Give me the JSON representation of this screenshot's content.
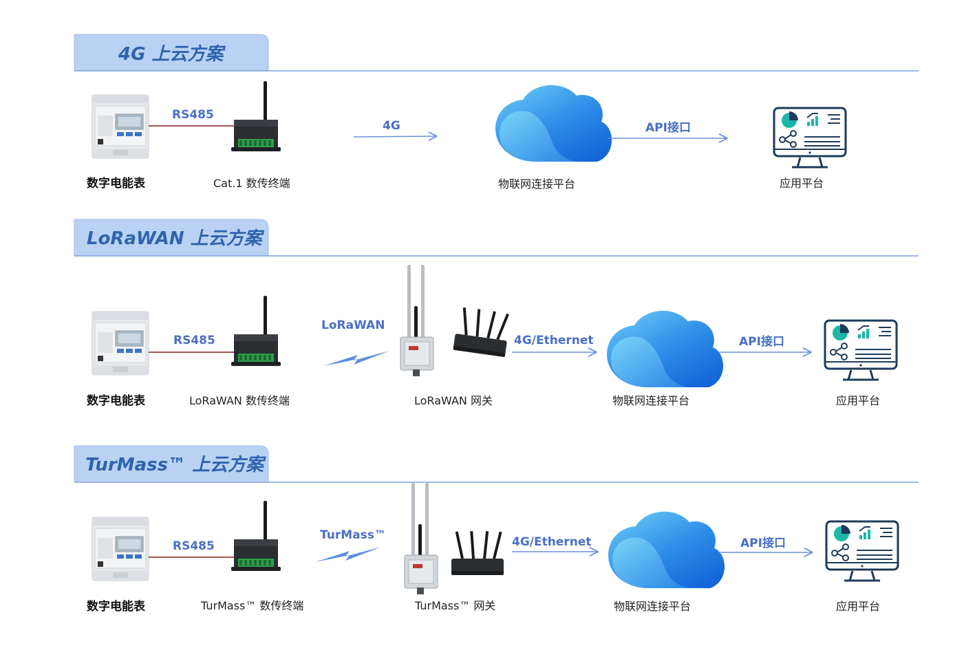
{
  "sections": [
    {
      "title": "4G 上云方案",
      "meter_label": "数字电能表",
      "rs485": "RS485",
      "terminal_label": "Cat.1 数传终端",
      "link": "4G",
      "cloud_label": "物联网连接平台",
      "api": "API接口",
      "app_label": "应用平台"
    },
    {
      "title": "LoRaWAN 上云方案",
      "meter_label": "数字电能表",
      "rs485": "RS485",
      "terminal_label": "LoRaWAN 数传终端",
      "wireless": "LoRaWAN",
      "gateway_label": "LoRaWAN 网关",
      "link": "4G/Ethernet",
      "cloud_label": "物联网连接平台",
      "api": "API接口",
      "app_label": "应用平台"
    },
    {
      "title": "TurMass™ 上云方案",
      "meter_label": "数字电能表",
      "rs485": "RS485",
      "terminal_label": "TurMass™ 数传终端",
      "wireless": "TurMass™",
      "gateway_label": "TurMass™ 网关",
      "link": "4G/Ethernet",
      "cloud_label": "物联网连接平台",
      "api": "API接口",
      "app_label": "应用平台"
    }
  ],
  "colors": {
    "title_band": "#b9d2f4",
    "title_text": "#2f63ad",
    "divider": "#7ea3dc",
    "connector_text": "#4a6fc4",
    "arrow": "#6b8fd6",
    "rs485_line": "#8b1a1a",
    "cloud_light": "#5ec3f2",
    "cloud_dark": "#1366d8",
    "screen_accent": "#1bb6a7",
    "screen_dark": "#1d3b5a"
  },
  "icons": [
    "energy-meter-icon",
    "data-terminal-icon",
    "gateway-icon",
    "router-icon",
    "cloud-icon",
    "monitor-dashboard-icon",
    "lightning-wireless-icon"
  ]
}
